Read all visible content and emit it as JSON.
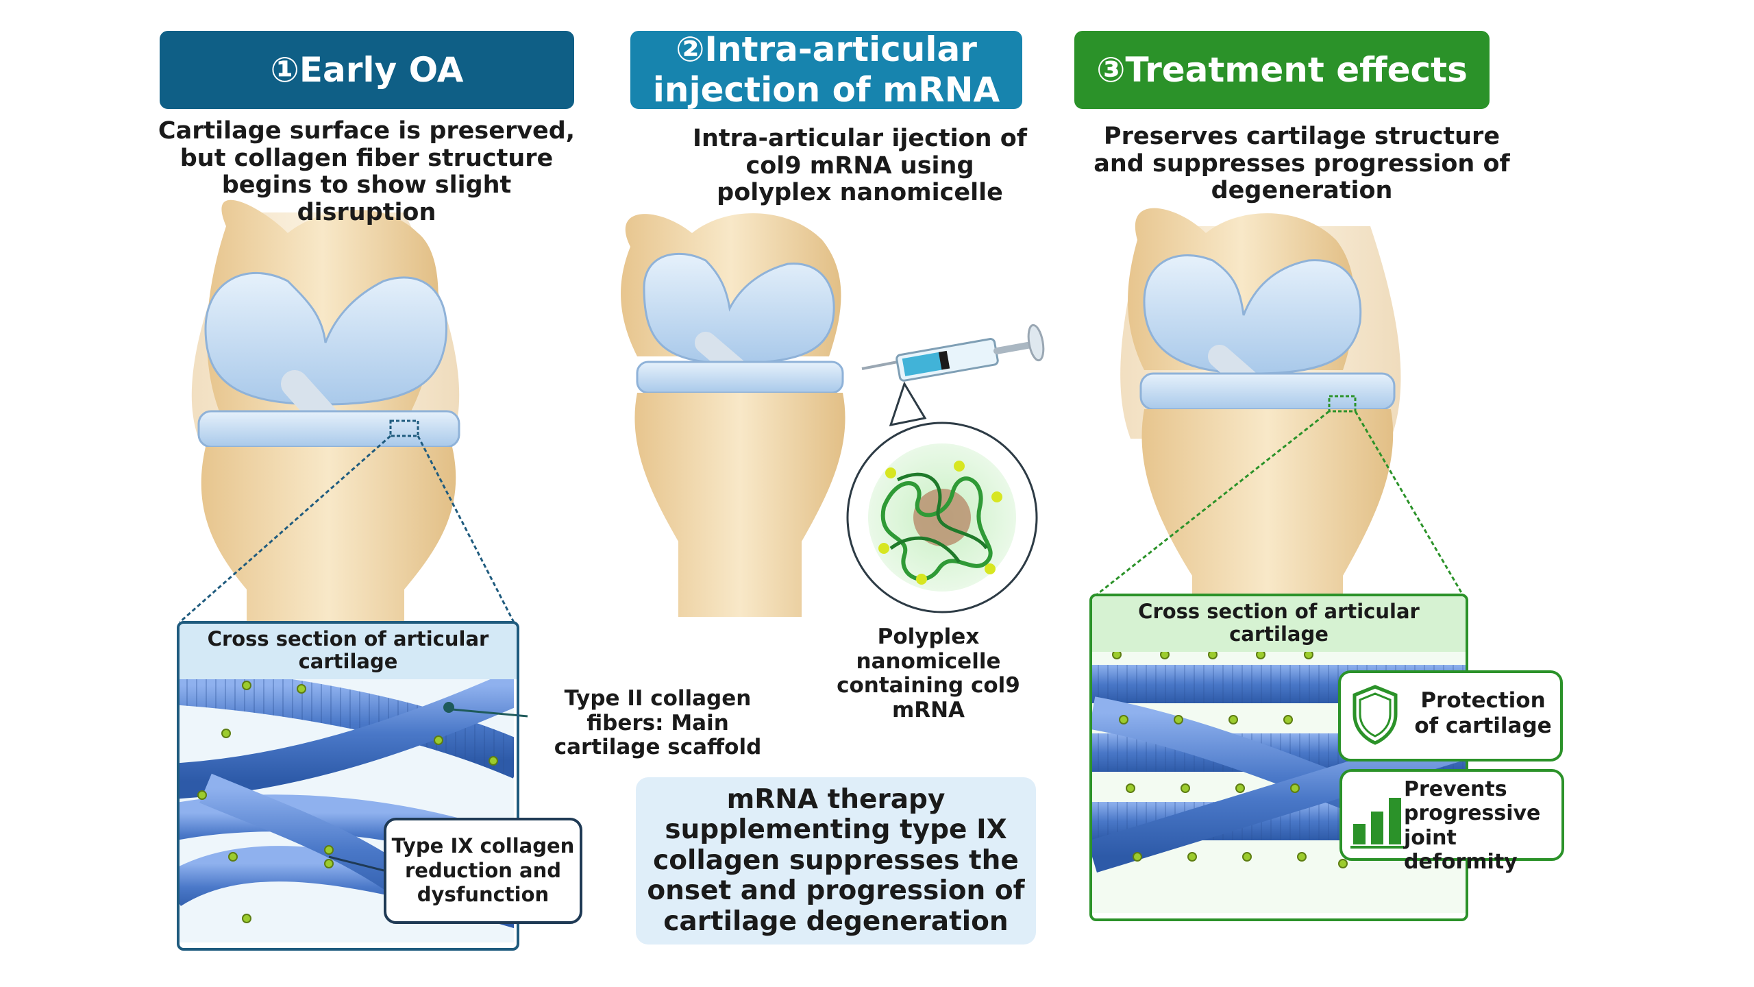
{
  "panels": [
    {
      "header": "①Early OA",
      "description": "Cartilage surface is preserved, but collagen fiber structure begins to show slight disruption",
      "cross_section_title": "Cross section of articular cartilage"
    },
    {
      "header": "②Intra-articular injection of mRNA",
      "description": "Intra-articular ijection of col9 mRNA using polyplex nanomicelle"
    },
    {
      "header": "③Treatment effects",
      "description": "Preserves cartilage structure and suppresses progression of degeneration",
      "cross_section_title": "Cross section of articular cartilage"
    }
  ],
  "labels": {
    "type2_collagen": "Type II collagen fibers: Main cartilage scaffold",
    "type9_collagen": "Type IX collagen reduction and dysfunction",
    "polyplex": "Polyplex nanomicelle containing col9 mRNA",
    "summary": "mRNA therapy supplementing type IX collagen suppresses the onset and progression of cartilage degeneration",
    "protection": "Protection of cartilage",
    "prevents": "Prevents progressive joint deformity"
  },
  "colors": {
    "header_1": "#0f5f86",
    "header_2": "#1784ae",
    "header_3": "#2b9229",
    "bone": "#f3dcae",
    "cartilage": "#c8def3",
    "collagen_fiber": "#4a78c8",
    "type9_marker": "#9ccc2e"
  }
}
